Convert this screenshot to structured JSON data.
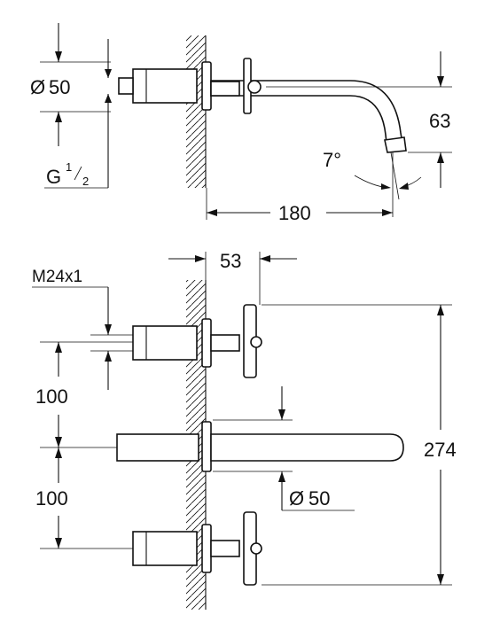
{
  "top_view": {
    "dim_diameter_prefix": "Ø",
    "dim_diameter_value": "50",
    "dim_thread_prefix": "G",
    "dim_thread_num": "1",
    "dim_thread_den": "2",
    "dim_height": "63",
    "dim_angle": "7°",
    "dim_length": "180"
  },
  "front_view": {
    "dim_offset": "53",
    "dim_thread": "M24x1",
    "dim_spacing_upper": "100",
    "dim_spacing_lower": "100",
    "dim_total_height": "274",
    "dim_diameter_prefix": "Ø",
    "dim_diameter_value": "50"
  }
}
